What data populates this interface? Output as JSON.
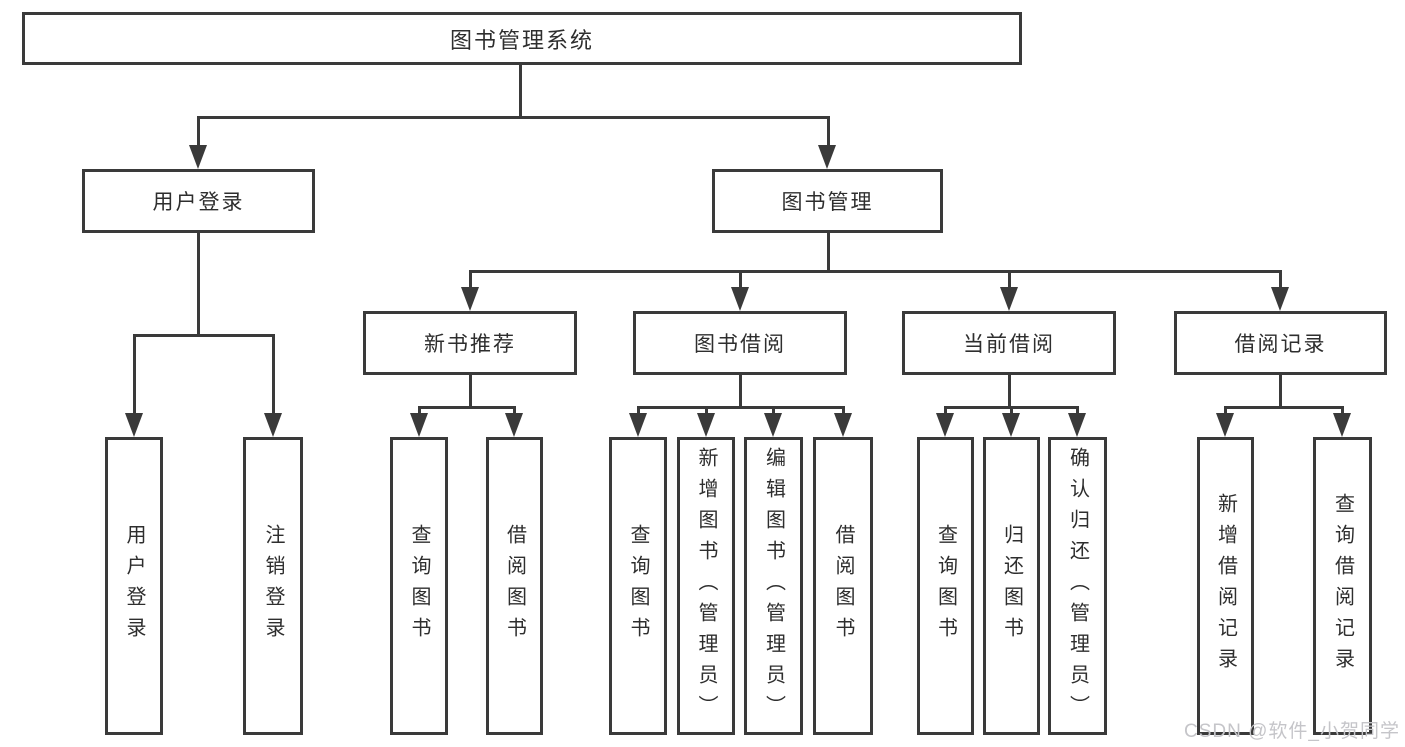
{
  "tree": {
    "root": "图书管理系统",
    "level2": [
      "用户登录",
      "图书管理"
    ],
    "level3": [
      "新书推荐",
      "图书借阅",
      "当前借阅",
      "借阅记录"
    ],
    "leaves": {
      "login": [
        "用户登录",
        "注销登录"
      ],
      "recommend": [
        "查询图书",
        "借阅图书"
      ],
      "borrow": [
        "查询图书",
        "新增图书（管理员）",
        "编辑图书（管理员）",
        "借阅图书"
      ],
      "current": [
        "查询图书",
        "归还图书",
        "确认归还（管理员）"
      ],
      "record": [
        "新增借阅记录",
        "查询借阅记录"
      ]
    }
  },
  "watermark": "CSDN @软件_小贺同学",
  "colors": {
    "line": "#3a3a3a",
    "text": "#2e2e2e",
    "watermark": "#c5c5c9",
    "background": "#ffffff"
  }
}
